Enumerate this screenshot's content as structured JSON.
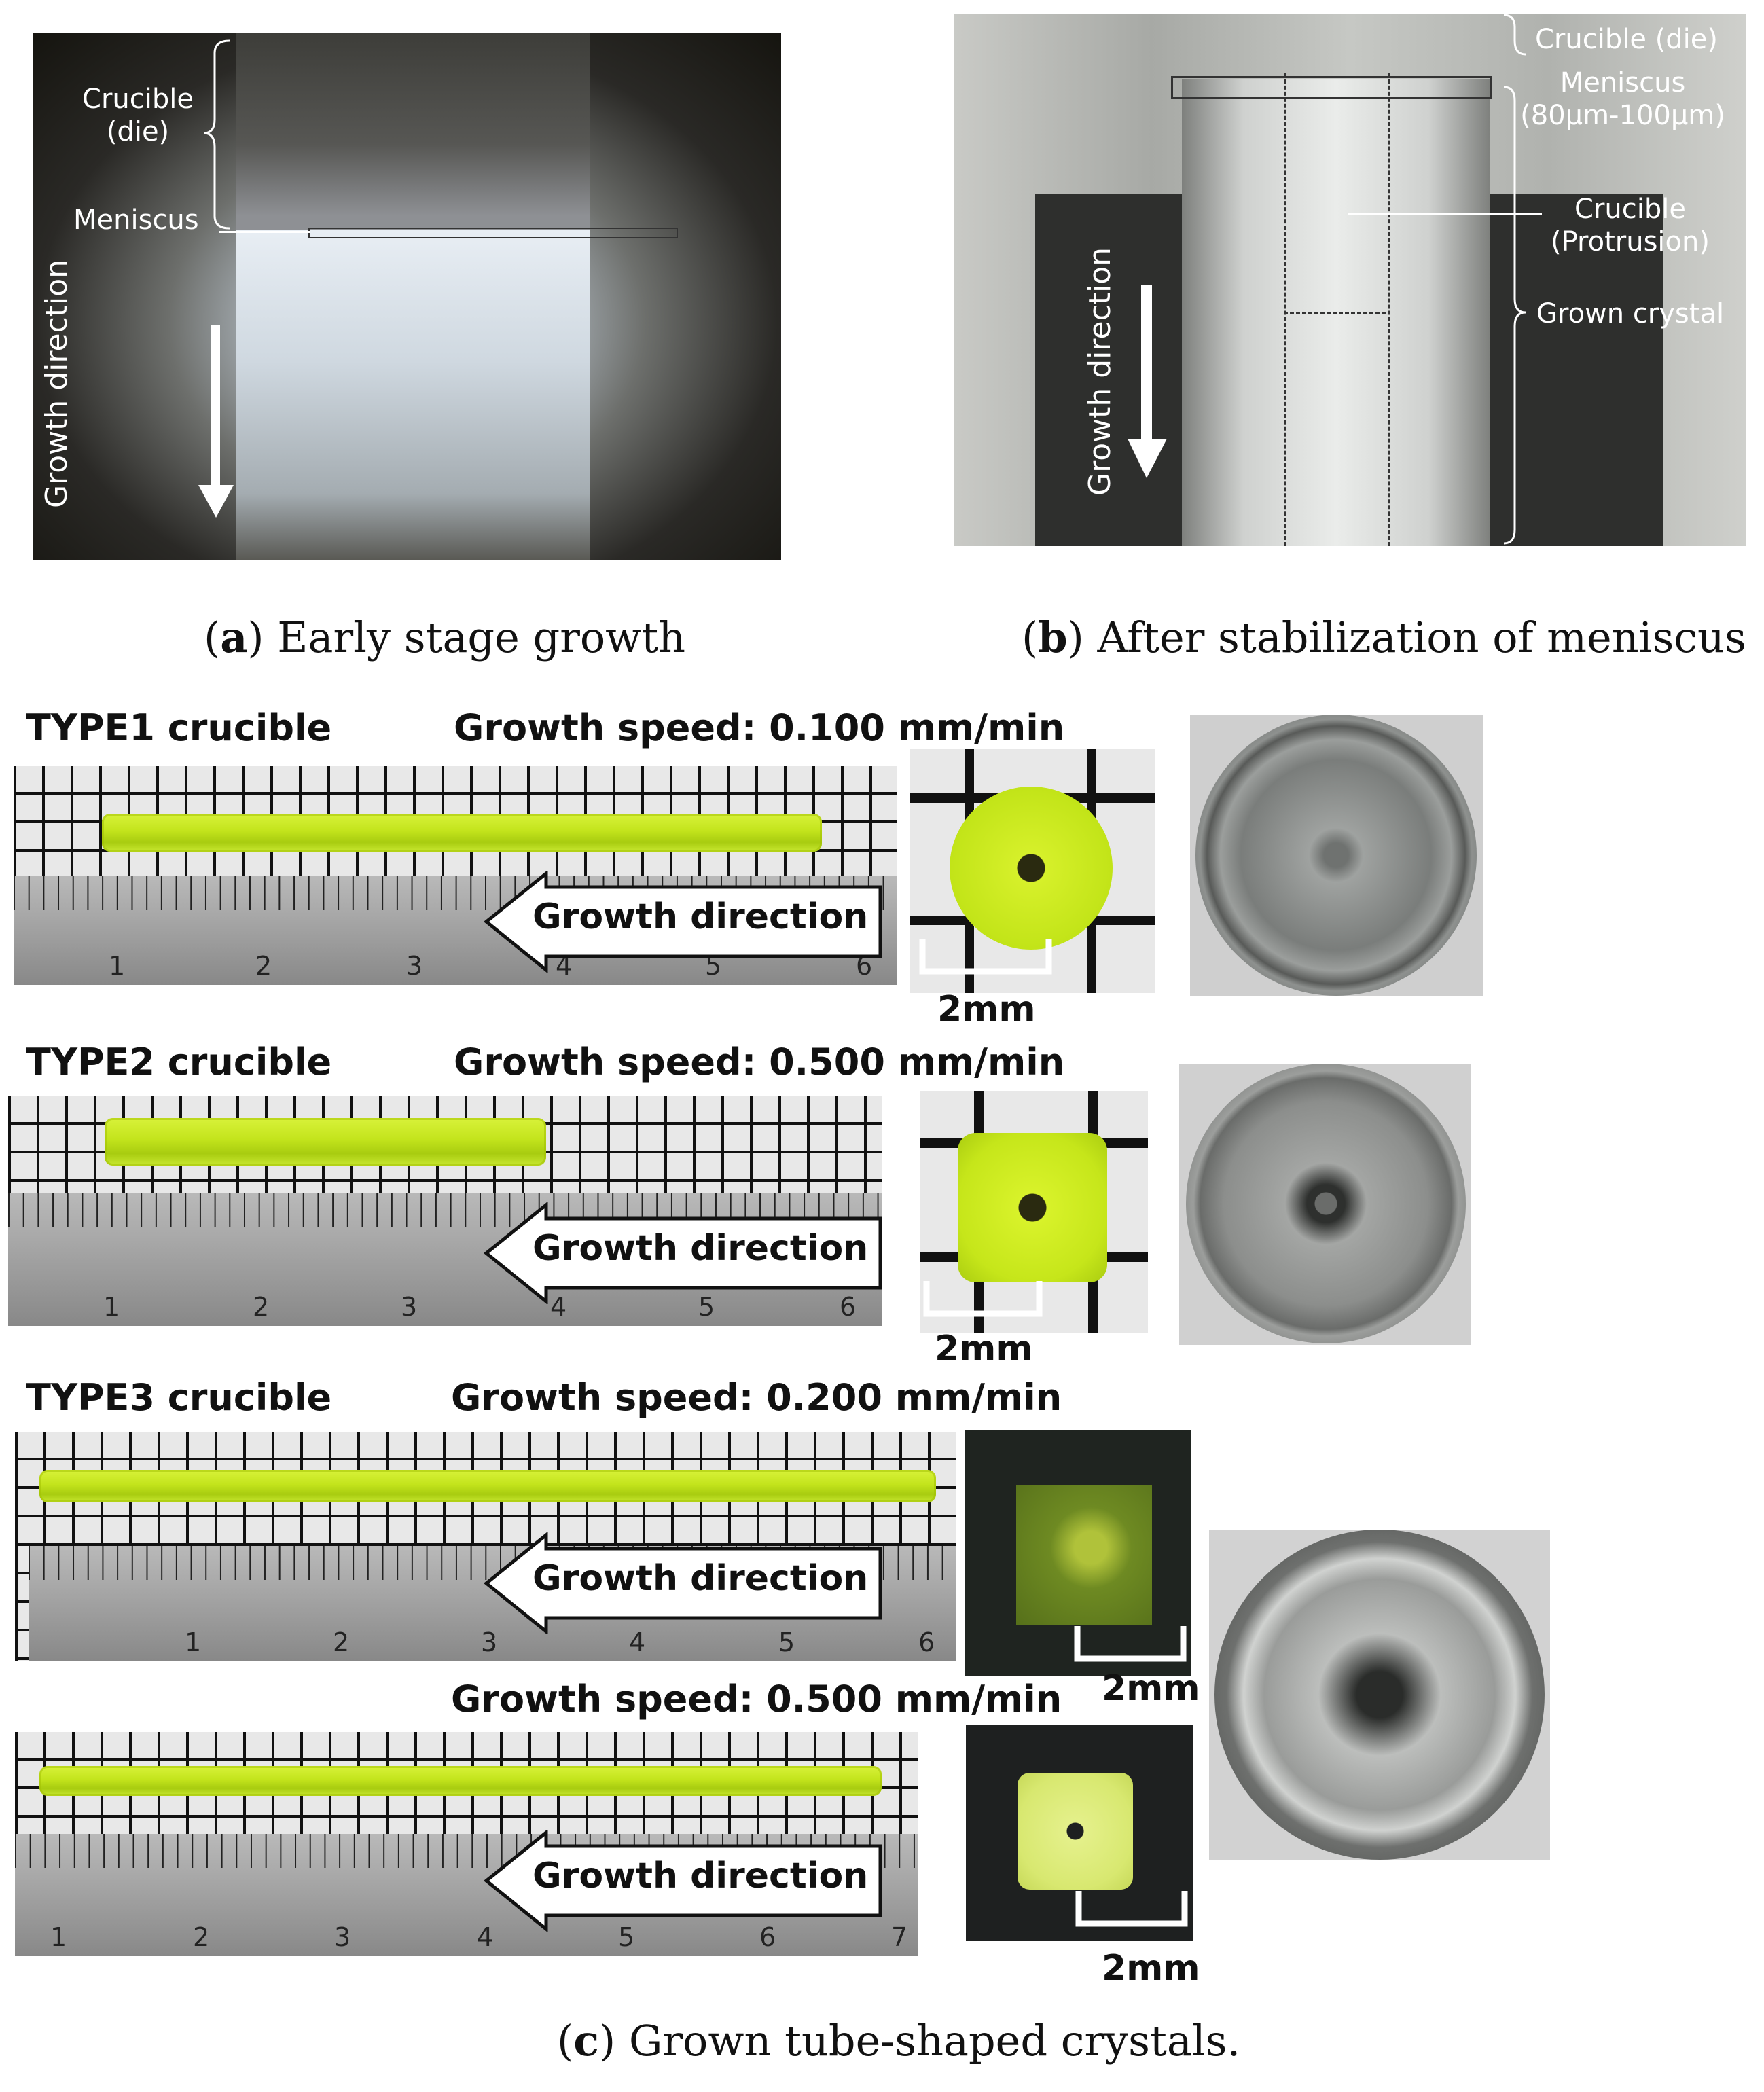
{
  "panel_a": {
    "labels": {
      "crucible": "Crucible\n(die)",
      "meniscus": "Meniscus",
      "growth_direction": "Growth direction"
    },
    "caption_letter": "a",
    "caption_text": " Early stage growth"
  },
  "panel_b": {
    "labels": {
      "crucible_die": "Crucible (die)",
      "meniscus": "Meniscus\n(80μm-100μm)",
      "crucible_protrusion": "Crucible\n(Protrusion)",
      "grown_crystal": "Grown crystal",
      "growth_direction": "Growth direction"
    },
    "caption_letter": "b",
    "caption_text": " After stabilization of meniscus"
  },
  "panel_c": {
    "rows": [
      {
        "type_label": "TYPE1 crucible",
        "speed_label": "Growth speed: 0.100 mm/min",
        "arrow_label": "Growth direction",
        "scale_label": "2mm",
        "ruler_numbers": [
          "1",
          "2",
          "3",
          "4",
          "5",
          "6"
        ]
      },
      {
        "type_label": "TYPE2 crucible",
        "speed_label": "Growth speed: 0.500 mm/min",
        "arrow_label": "Growth direction",
        "scale_label": "2mm",
        "ruler_numbers": [
          "1",
          "2",
          "3",
          "4",
          "5",
          "6"
        ]
      },
      {
        "type_label": "TYPE3 crucible",
        "speed_label": "Growth speed: 0.200 mm/min",
        "arrow_label": "Growth direction",
        "scale_label": "2mm",
        "ruler_numbers": [
          "1",
          "2",
          "3",
          "4",
          "5",
          "6"
        ]
      },
      {
        "type_label": "",
        "speed_label": "Growth speed: 0.500 mm/min",
        "arrow_label": "Growth direction",
        "scale_label": "2mm",
        "ruler_numbers": [
          "1",
          "2",
          "3",
          "4",
          "5",
          "6",
          "7"
        ]
      }
    ],
    "caption_letter": "c",
    "caption_text": " Grown tube-shaped crystals."
  },
  "colors": {
    "crystal_yellow": "#c8e61e",
    "photo_dark": "#2b2a26"
  }
}
